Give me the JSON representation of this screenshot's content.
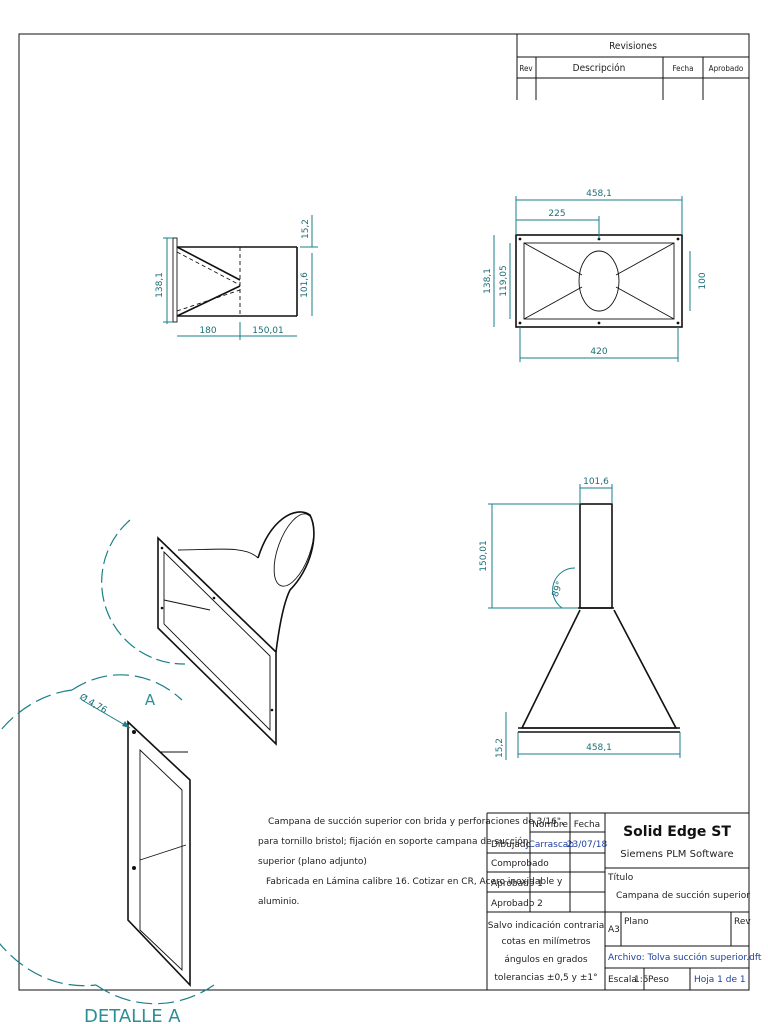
{
  "revisions": {
    "title": "Revisiones",
    "col_rev": "Rev",
    "col_description": "Descripción",
    "col_date": "Fecha",
    "col_approved": "Aprobado"
  },
  "side_view": {
    "dim_height": "138,1",
    "dim_left": "180",
    "dim_right": "150,01",
    "dim_top": "15,2",
    "dim_outlet": "101,6"
  },
  "top_view": {
    "dim_total": "458,1",
    "dim_half": "225",
    "dim_inner": "420",
    "dim_h_outer": "138,1",
    "dim_h_inner": "119,05",
    "dim_hole": "100"
  },
  "front_view": {
    "dim_top": "101,6",
    "dim_height": "150,01",
    "dim_angle": "89°",
    "dim_flange": "15,2",
    "dim_base": "458,1"
  },
  "detail": {
    "hole_dim": "Ø 4,76",
    "letter": "A",
    "title": "DETALLE A"
  },
  "notes": {
    "line1": "Campana de succión superior con brida y perforaciones de 3/16\",",
    "line2": "para tornillo bristol; fijación en soporte campana de succión",
    "line3": "superior (plano adjunto)",
    "line4": "Fabricada en Lámina calibre 16. Cotizar en CR, Acero inoxidable y",
    "line5": "aluminio."
  },
  "title_block": {
    "col_name": "Nombre",
    "col_date": "Fecha",
    "drawn_label": "Dibujado",
    "drawn_name": "JCarrascab",
    "drawn_date": "23/07/18",
    "checked_label": "Comprobado",
    "approved1_label": "Aprobado 1",
    "approved2_label": "Aprobado 2",
    "brand": "Solid Edge ST",
    "company": "Siemens PLM Software",
    "title_label": "Título",
    "title_value": "Campana de succión superior",
    "tol1": "Salvo indicación contraria",
    "tol2": "cotas en milímetros",
    "tol3": "ángulos en grados",
    "tol4": "tolerancias ±0,5 y ±1°",
    "size": "A3",
    "plan_label": "Plano",
    "rev_label": "Rev",
    "file": "Archivo: Tolva succión superior.dft",
    "scale_label": "Escala",
    "scale_value": "1:5",
    "weight_label": "Peso",
    "sheet": "Hoja 1 de 1"
  },
  "colors": {
    "dimension": "#1a7f88",
    "field": "#1f3f9e",
    "line": "#111111"
  }
}
